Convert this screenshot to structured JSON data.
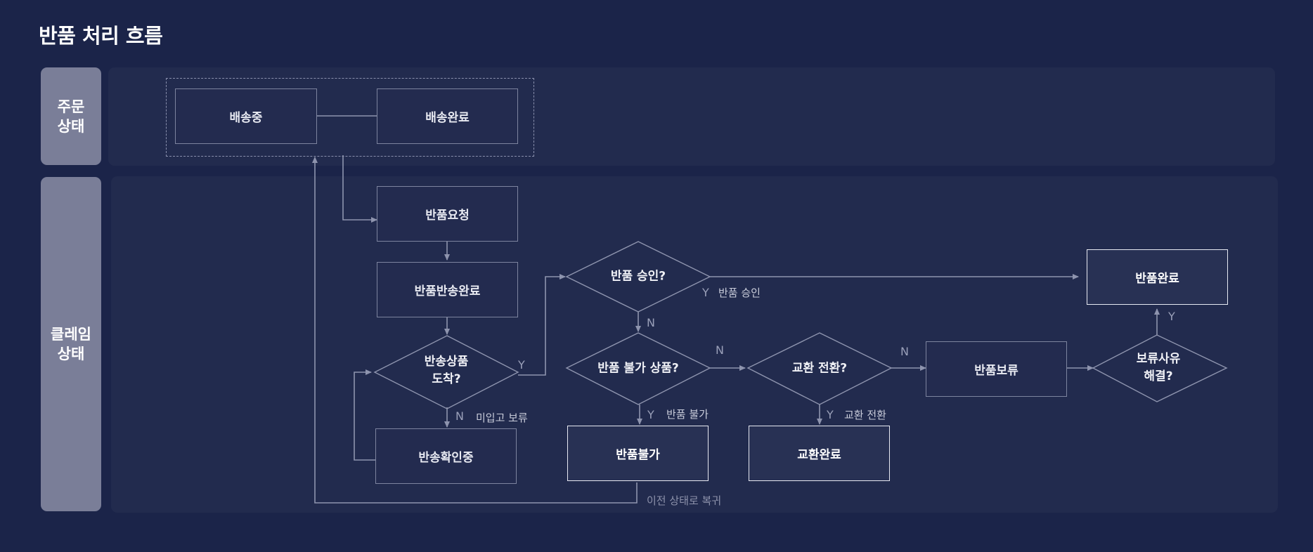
{
  "title": "반품 처리 흐름",
  "lanes": {
    "order": "주문\n상태",
    "claim": "클레임\n상태"
  },
  "nodes": {
    "shipping": "배송중",
    "delivered": "배송완료",
    "return_request": "반품요청",
    "return_shipped": "반품반송완료",
    "arrived": "반송상품\n도착?",
    "checking": "반송확인중",
    "approve": "반품 승인?",
    "not_returnable": "반품 불가 상품?",
    "exchange": "교환 전환?",
    "hold": "반품보류",
    "hold_resolved": "보류사유\n해결?",
    "return_complete": "반품완료",
    "return_rejected": "반품불가",
    "exchange_complete": "교환완료"
  },
  "labels": {
    "y_arrived": "Y",
    "n_arrived": "N",
    "not_in_stock_hold": "미입고 보류",
    "y_approve": "Y",
    "approve_text": "반품 승인",
    "n_approve": "N",
    "n_not_returnable": "N",
    "y_not_returnable": "Y",
    "reject_text": "반품 불가",
    "n_exchange": "N",
    "y_exchange": "Y",
    "exchange_text": "교환 전환",
    "y_hold_resolved": "Y",
    "revert_text": "이전 상태로 복귀"
  }
}
